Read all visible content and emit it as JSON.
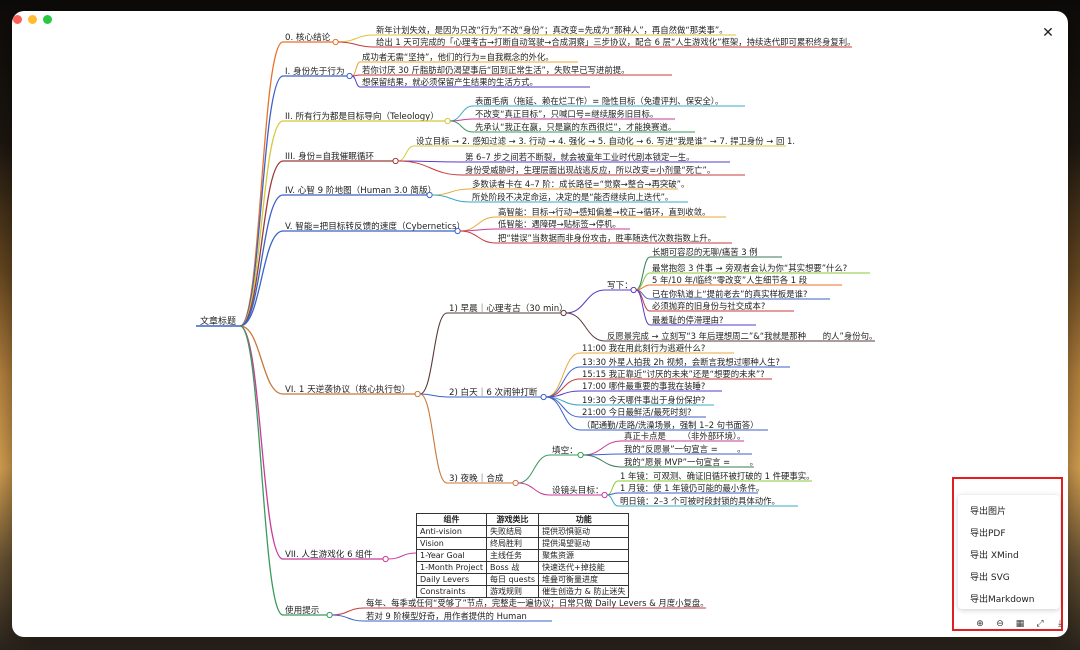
{
  "root": "文章标题",
  "branches": [
    {
      "label": "0. 核心结论",
      "color": "#e8722a",
      "items": [
        {
          "text": "新年计划失效，是因为只改“行为”不改“身份”；真改变=先成为“那种人”，再自然做“那类事”。",
          "color": "#d8c73a"
        },
        {
          "text": "给出 1 天可完成的「心理考古→打断自动驾驶→合成洞察」三步协议，配合 6 层“人生游戏化”框架，持续迭代即可累积终身复利。",
          "color": "#c83a3a"
        }
      ]
    },
    {
      "label": "I. 身份先于行为",
      "color": "#3a62c8",
      "items": [
        {
          "text": "成功者无需“坚持”，他们的行为=自我概念的外化。",
          "color": "#e8a83a"
        },
        {
          "text": "若你讨厌 30 斤脂肪却仍渴望事后“回到正常生活”，失败早已写进前提。",
          "color": "#c83a3a"
        },
        {
          "text": "想保留结果，就必须保留产生结果的生活方式。",
          "color": "#5a3ac8"
        }
      ]
    },
    {
      "label": "II. 所有行为都是目标导向（Teleology）",
      "color": "#d8c73a",
      "items": [
        {
          "text": "表面毛病（拖延、赖在烂工作）= 隐性目标（免遭评判、保安全）。",
          "color": "#3aa8c8"
        },
        {
          "text": "不改变“真正目标”，只喊口号=继续服务旧目标。",
          "color": "#c83a9a"
        },
        {
          "text": "先承认“我正在赢，只是赢的东西很烂”，才能换赛道。",
          "color": "#3a9a5a"
        }
      ]
    },
    {
      "label": "III. 身份=自我催眠循环",
      "color": "#9a3a3a",
      "items": [
        {
          "text": "设立目标 → 2. 感知过滤 → 3. 行动 → 4. 强化 → 5. 自动化 → 6. 写进“我是谁” → 7. 捍卫身份 → 回 1.",
          "color": "#d8c73a"
        },
        {
          "text": "第 6–7 步之间若不断裂，就会被童年工业时代剧本锁定一生。",
          "color": "#5a3ac8"
        },
        {
          "text": "身份受威胁时，生理层面出现战逃反应，所以改变=小剂量“死亡”。",
          "color": "#c83a3a"
        }
      ]
    },
    {
      "label": "IV. 心智 9 阶地图（Human 3.0 简版）",
      "color": "#3a62c8",
      "items": [
        {
          "text": "多数读者卡在 4–7 阶：成长路径=“觉察→整合→再突破”。",
          "color": "#e8a83a"
        },
        {
          "text": "所处阶段不决定命运，决定的是“能否继续向上迭代”。",
          "color": "#3aa8c8"
        }
      ]
    },
    {
      "label": "V. 智能=把目标转反馈的速度（Cybernetics）",
      "color": "#3a62c8",
      "items": [
        {
          "text": "高智能：目标→行动→感知偏差→校正→循环，直到收敛。",
          "color": "#e8a83a"
        },
        {
          "text": "低智能：遇障碍→贴标签→停机。",
          "color": "#c83a9a"
        },
        {
          "text": "把“错误”当数据而非身份攻击，胜率随迭代次数指数上升。",
          "color": "#c83a3a"
        }
      ]
    },
    {
      "label": "VI. 1 天逆袭协议（核心执行包）",
      "color": "#c8783a",
      "subbranches": [
        {
          "label": "1) 早晨｜心理考古（30 min）",
          "color": "#5a3a3a",
          "groups": [
            {
              "label": "写下：",
              "color": "#5a3ac8",
              "items": [
                {
                  "text": "长期可容忍的无聊/痛苦 3 例",
                  "color": "#3a7a5a"
                },
                {
                  "text": "最常抱怨 3 件事 → 旁观者会认为你“其实想要”什么?",
                  "color": "#8ac83a"
                },
                {
                  "text": "5 年/10 年/临终“零改变”人生细节各 1 段",
                  "color": "#e8722a"
                },
                {
                  "text": "已在你轨道上“提前老去”的真实样板是谁?",
                  "color": "#3a62c8"
                },
                {
                  "text": "必须抛弃的旧身份与社交成本?",
                  "color": "#c83a3a"
                },
                {
                  "text": "最羞耻的停滞理由?",
                  "color": "#5a3ac8"
                }
              ]
            },
            {
              "label": "反愿景完成 → 立刻写“3 年后理想周二”&“我就是那种____的人”身份句。",
              "color": "#5a3a3a",
              "items": []
            }
          ]
        },
        {
          "label": "2) 白天｜6 次闹钟打断",
          "color": "#3a62c8",
          "items": [
            {
              "text": "11:00 我在用此刻行为逃避什么?",
              "color": "#e8a83a"
            },
            {
              "text": "13:30 外星人拍我 2h 视频，会断言我想过哪种人生?",
              "color": "#3a62c8"
            },
            {
              "text": "15:15 我正靠近“讨厌的未来”还是“想要的未来”?",
              "color": "#c83a3a"
            },
            {
              "text": "17:00 哪件最重要的事我在装睡?",
              "color": "#5a3ac8"
            },
            {
              "text": "19:30 今天哪件事出于身份保护?",
              "color": "#3aa8c8"
            },
            {
              "text": "21:00 今日最鲜活/最死时刻?",
              "color": "#3a62c8"
            },
            {
              "text": "（配通勤/走路/洗澡场景，强制 1–2 句书面答）",
              "color": "#3a62c8"
            }
          ]
        },
        {
          "label": "3) 夜晚｜合成",
          "color": "#c8783a",
          "groups": [
            {
              "label": "填空：",
              "color": "#3a9a5a",
              "items": [
                {
                  "text": "真正卡点是____（非外部环境）。",
                  "color": "#c83a9a"
                },
                {
                  "text": "我的“反愿景”一句宣言 = ____。",
                  "color": "#3a62c8"
                },
                {
                  "text": "我的“愿景 MVP”一句宣言 = ____。",
                  "color": "#3a7a5a"
                }
              ]
            },
            {
              "label": "设镜头目标：",
              "color": "#c83a9a",
              "items": [
                {
                  "text": "1 年镜：可观测、确证旧循环被打破的 1 件硬事实。",
                  "color": "#8ac83a"
                },
                {
                  "text": "1 月镜：使 1 年镜仍可能的最小条件。",
                  "color": "#3a62c8"
                },
                {
                  "text": "明日镜：2–3 个可被时段封锁的具体动作。",
                  "color": "#3aa8c8"
                }
              ]
            }
          ]
        }
      ]
    },
    {
      "label": "VII. 人生游戏化 6 组件",
      "color": "#c83a9a",
      "table": {
        "headers": [
          "组件",
          "游戏类比",
          "功能"
        ],
        "rows": [
          [
            "Anti-vision",
            "失败结局",
            "提供恐惧驱动"
          ],
          [
            "Vision",
            "终局胜利",
            "提供渴望驱动"
          ],
          [
            "1-Year Goal",
            "主线任务",
            "聚焦资源"
          ],
          [
            "1-Month Project",
            "Boss 战",
            "快速迭代+掉技能"
          ],
          [
            "Daily Levers",
            "每日 quests",
            "堆叠可衡量进度"
          ],
          [
            "Constraints",
            "游戏规则",
            "催生创造力 & 防止迷失"
          ]
        ]
      }
    },
    {
      "label": "使用提示",
      "color": "#3a9a5a",
      "items": [
        {
          "text": "每年、每季或任何“受够了”节点，完整走一遍协议；日常只做 Daily Levers & 月度小复盘。",
          "color": "#c83a3a"
        },
        {
          "text": "若对 9 阶模型好奇，用作者提供的 Human",
          "color": "#3a62c8"
        }
      ]
    }
  ],
  "export_menu": [
    "导出图片",
    "导出PDF",
    "导出 XMind",
    "导出 SVG",
    "导出Markdown"
  ],
  "toolbar": {
    "zoom_in": "⊕",
    "zoom_out": "⊖",
    "fit": "▦",
    "fullscreen": "⤢",
    "download": "⤓"
  },
  "close": "✕"
}
